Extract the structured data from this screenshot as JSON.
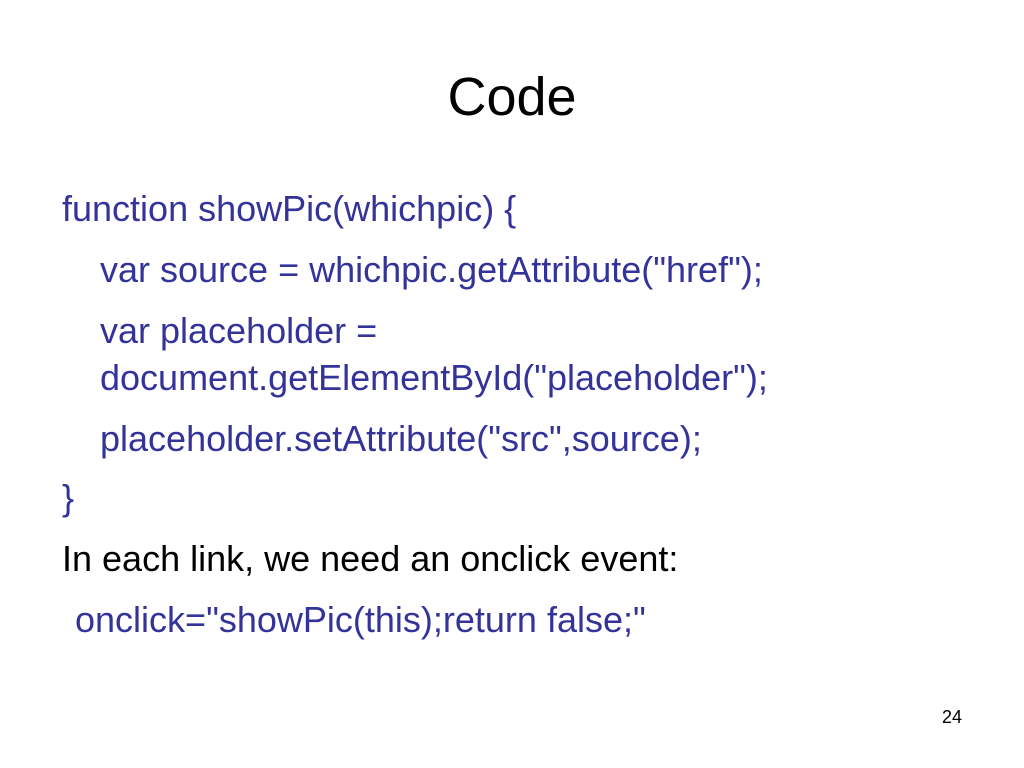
{
  "slide": {
    "title": "Code",
    "page_number": "24"
  },
  "content": {
    "line_1": "function showPic(whichpic) {",
    "line_2": "var source = whichpic.getAttribute(\"href\");",
    "line_3a": "var placeholder =",
    "line_3b": "document.getElementById(\"placeholder\");",
    "line_4": "placeholder.setAttribute(\"src\",source);",
    "line_5": "}",
    "line_6": "In each link, we need an onclick event:",
    "line_7": "onclick=\"showPic(this);return false;\""
  },
  "colors": {
    "code_text": "#333399",
    "plain_text": "#000000",
    "background": "#ffffff"
  }
}
